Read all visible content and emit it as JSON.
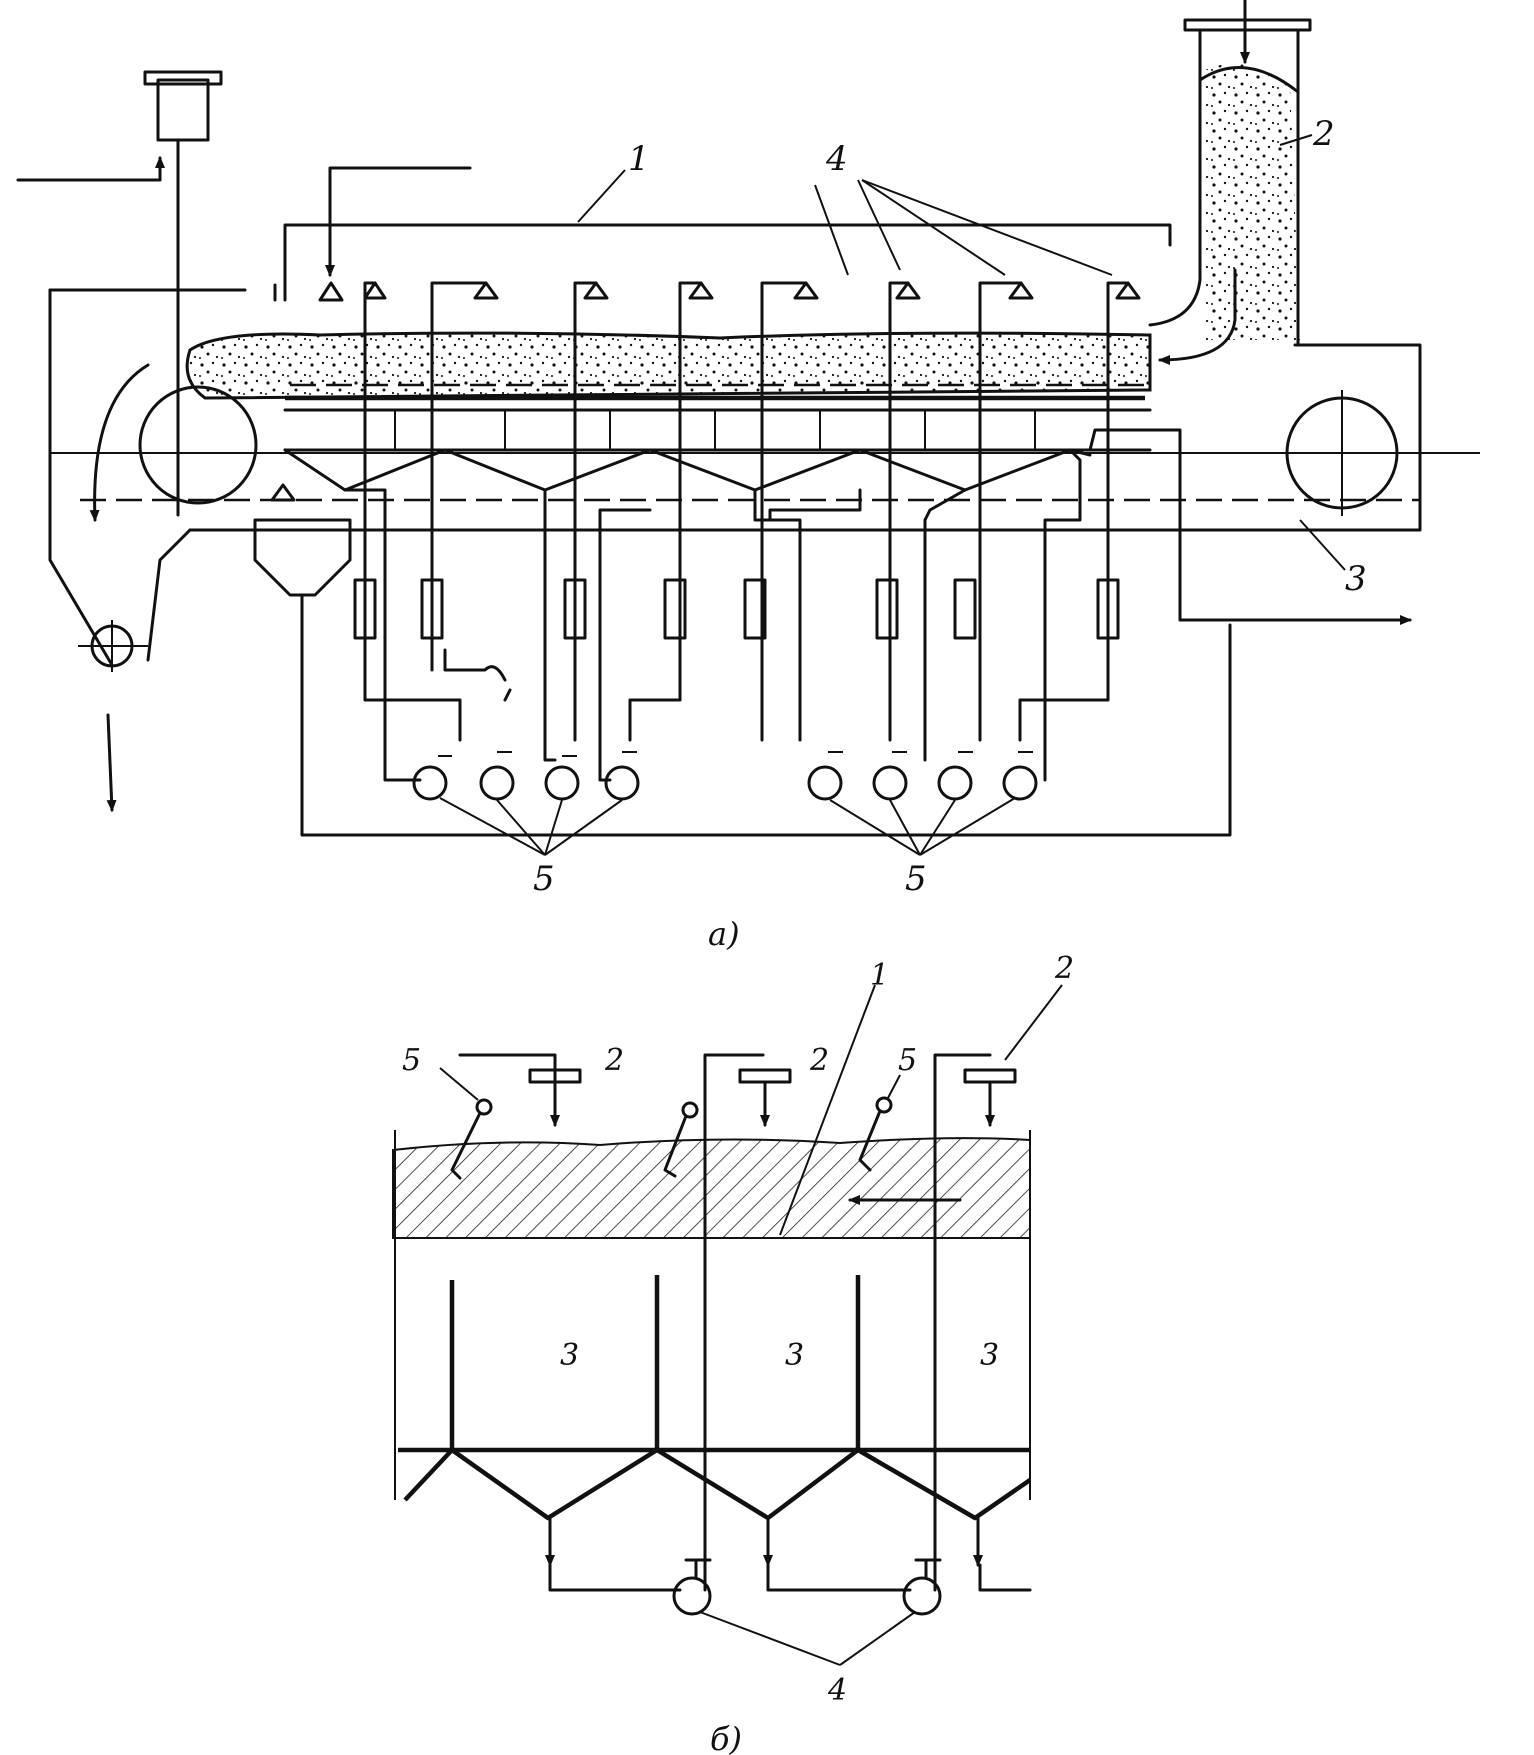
{
  "figure_a": {
    "caption": "а)",
    "labels": {
      "pipe": "1",
      "hopper": "2",
      "conveyor": "3",
      "nozzles": "4",
      "pumps_left": "5",
      "pumps_right": "5"
    }
  },
  "figure_b": {
    "caption": "б)",
    "labels": {
      "bed": "1",
      "sprayer_left": "2",
      "sprayer_mid": "2",
      "sprayer_right": "2",
      "section_left": "3",
      "section_mid": "3",
      "section_right": "3",
      "pumps": "4",
      "probe_left": "5",
      "probe_right": "5"
    }
  }
}
